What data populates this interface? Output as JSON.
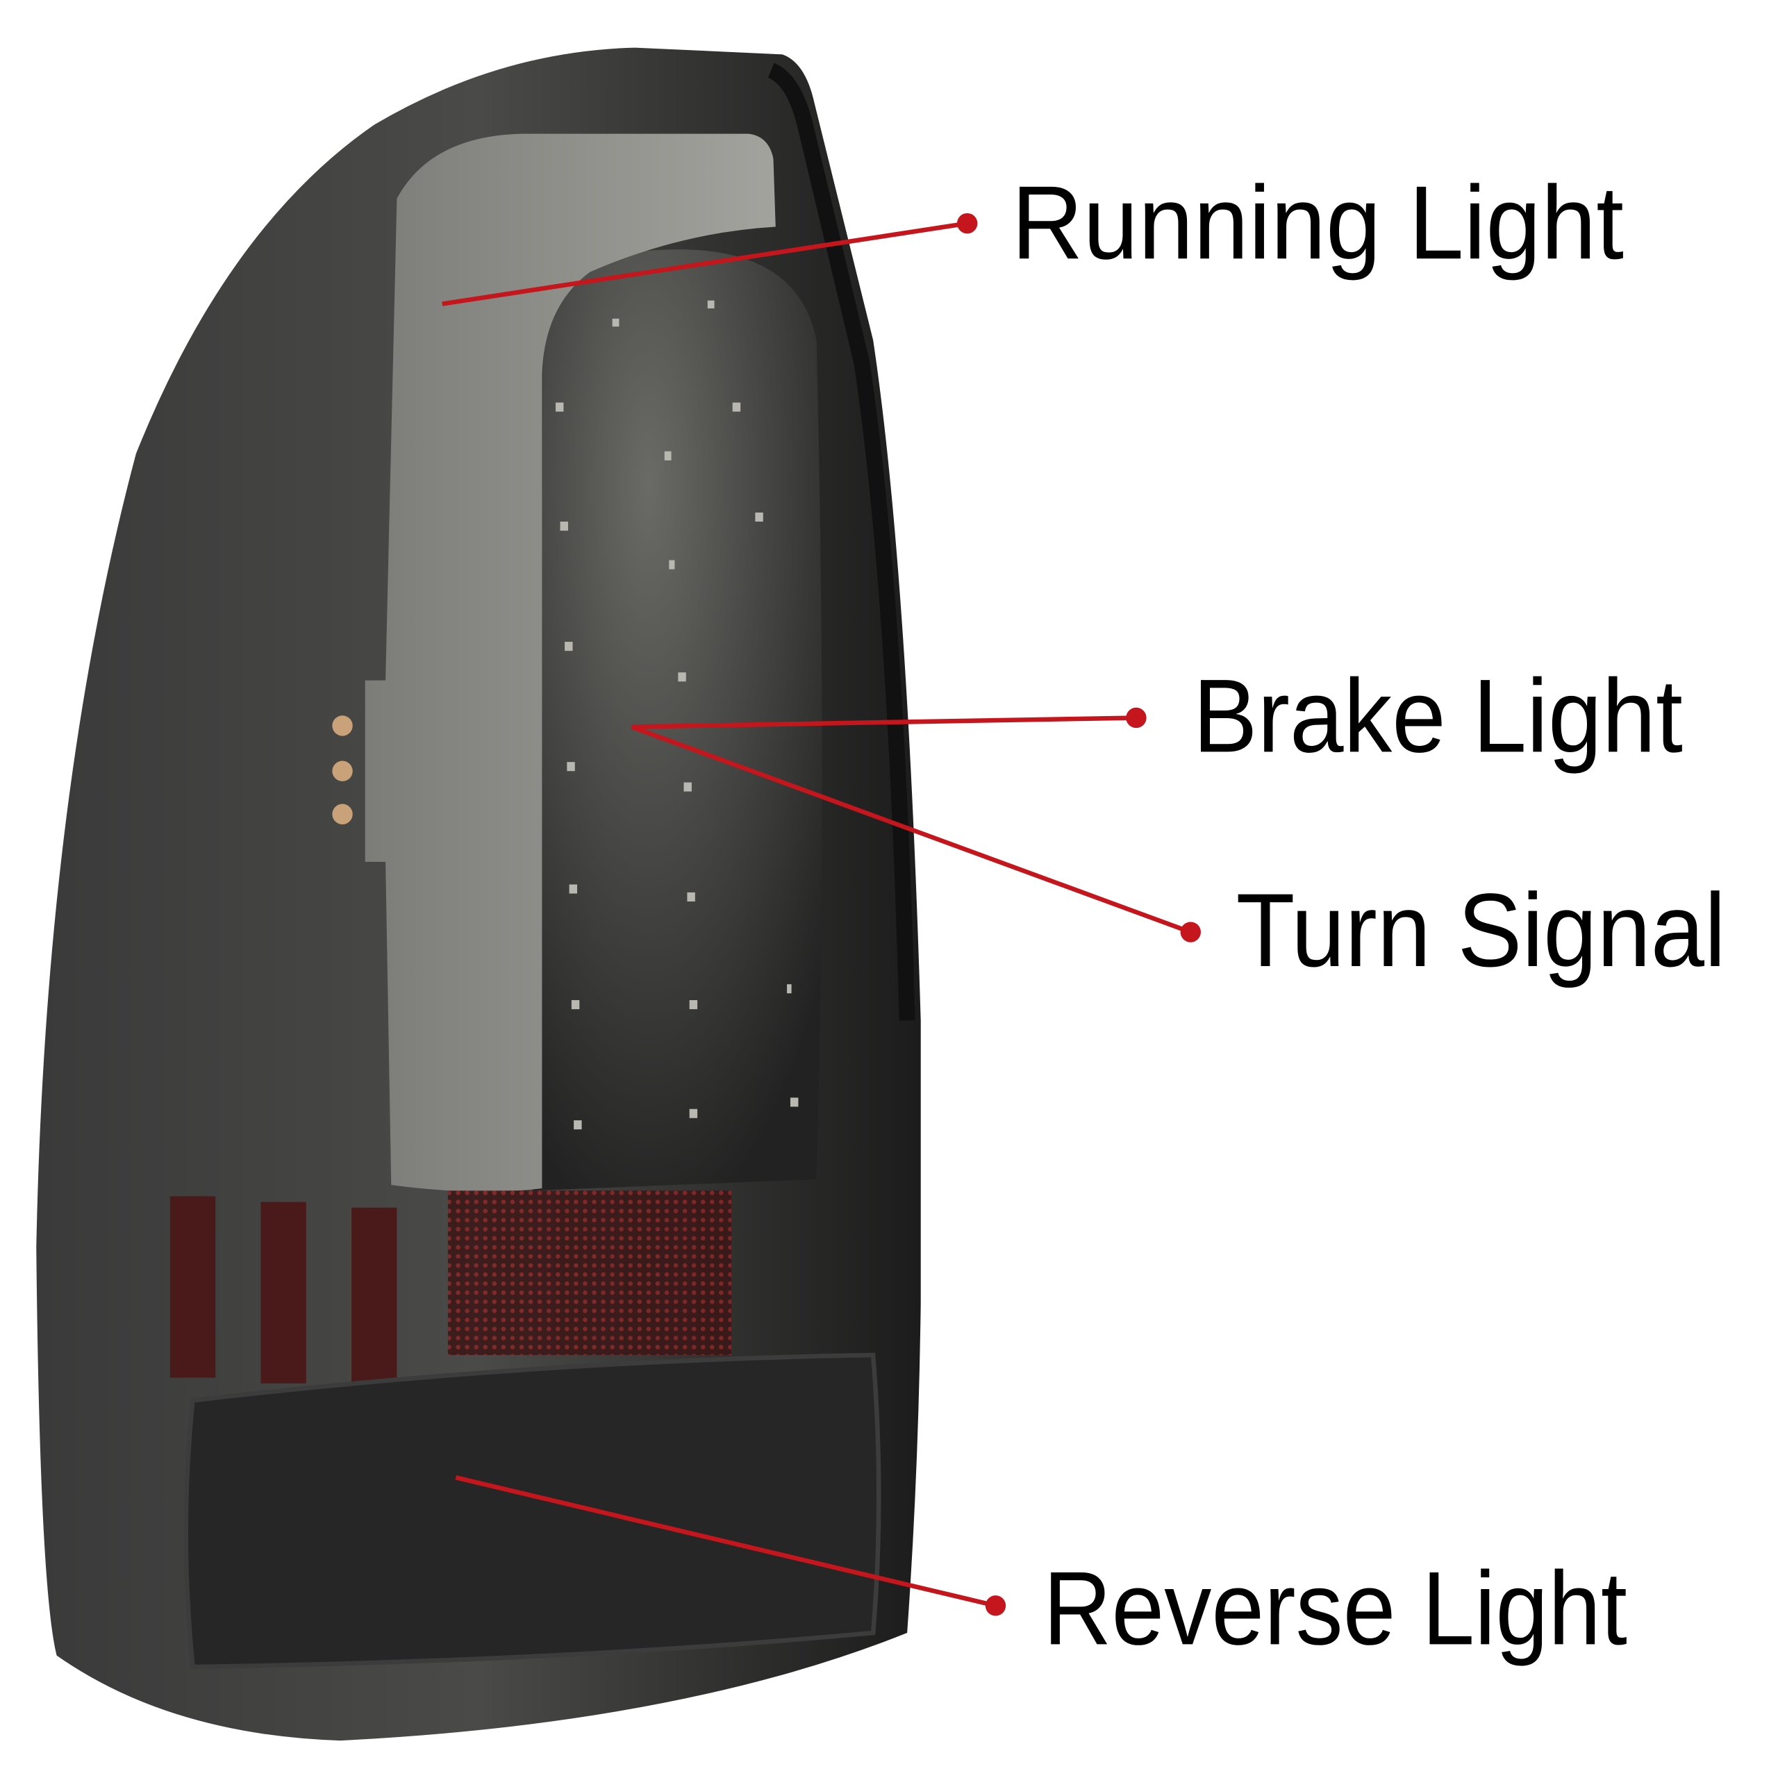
{
  "labels": {
    "running": "Running Light",
    "brake": "Brake Light",
    "turn": "Turn Signal",
    "reverse": "Reverse Light"
  },
  "colors": {
    "callout": "#c4161c",
    "housing": "#2a2a2a",
    "running_light": "#8f8f8b",
    "red_lens": "#5a1c1c"
  }
}
